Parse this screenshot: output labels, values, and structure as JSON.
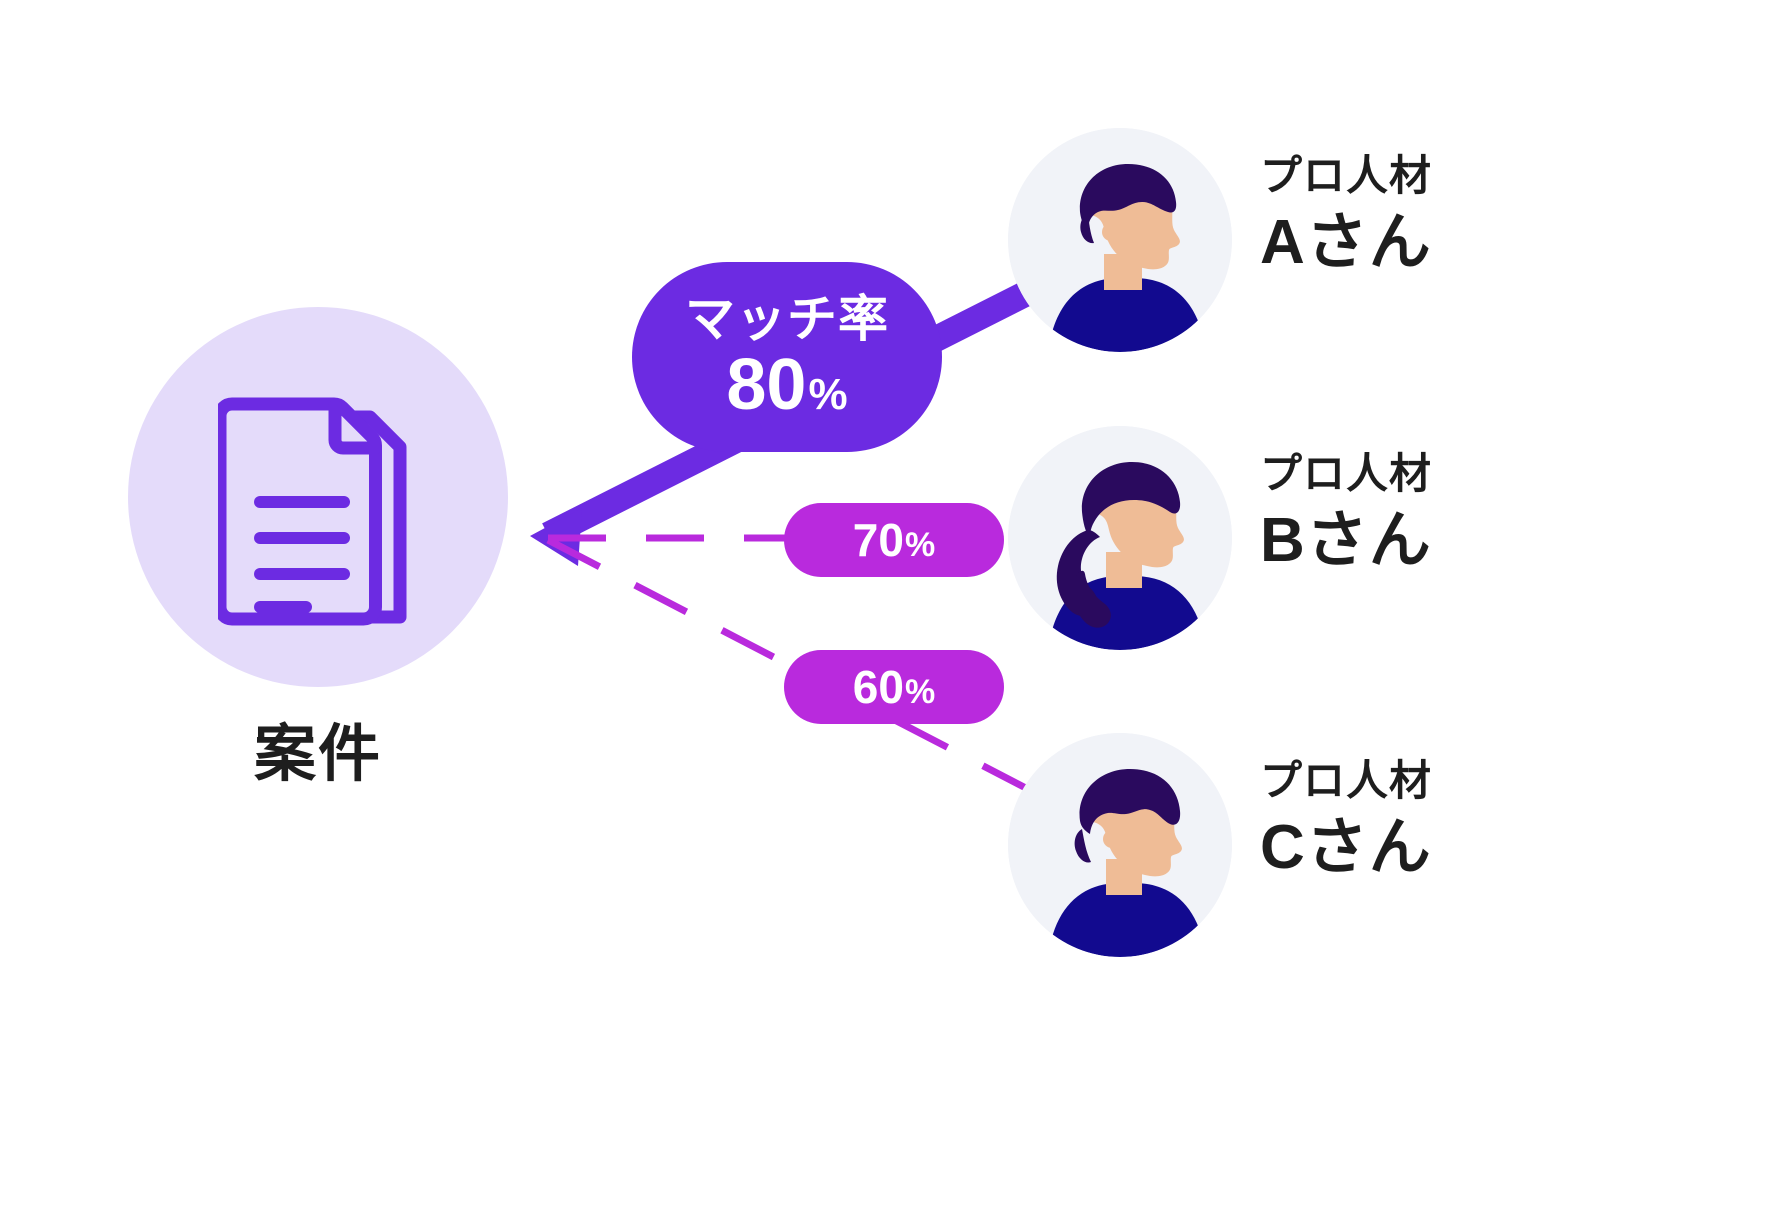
{
  "diagram": {
    "type": "matching-fan-diagram",
    "background": "#FFFFFF",
    "source": {
      "label": "案件",
      "icon": "document-icon",
      "circle_color": "#E4DBFA",
      "icon_color": "#6C2BE2"
    },
    "colors": {
      "primary_purple": "#6C2BE2",
      "magenta_purple": "#B92ADD",
      "avatar_bg": "#F1F3F8",
      "text_dark": "#1E1E1E",
      "hair_dark": "#2A0A5E",
      "skin": "#EFBC96",
      "shirt_navy": "#120A8F"
    },
    "matches": [
      {
        "id": "a",
        "badge_title": "マッチ率",
        "badge_value": "80",
        "badge_percent": "%",
        "badge_style": "large-solid",
        "badge_color": "#6C2BE2",
        "link_style": "solid-thick-arrow",
        "role": "プロ人材",
        "name": "Aさん",
        "avatar": "avatar-male-short-hair"
      },
      {
        "id": "b",
        "badge_title": "",
        "badge_value": "70",
        "badge_percent": "%",
        "badge_style": "small-pill",
        "badge_color": "#B92ADD",
        "link_style": "dashed",
        "role": "プロ人材",
        "name": "Bさん",
        "avatar": "avatar-female-ponytail"
      },
      {
        "id": "c",
        "badge_title": "",
        "badge_value": "60",
        "badge_percent": "%",
        "badge_style": "small-pill",
        "badge_color": "#B92ADD",
        "link_style": "dashed",
        "role": "プロ人材",
        "name": "Cさん",
        "avatar": "avatar-male-wavy-hair"
      }
    ]
  },
  "chart_data": {
    "type": "bar",
    "title": "マッチ率",
    "categories": [
      "Aさん",
      "Bさん",
      "Cさん"
    ],
    "values": [
      80,
      70,
      60
    ],
    "xlabel": "プロ人材",
    "ylabel": "マッチ率 (%)",
    "ylim": [
      0,
      100
    ]
  }
}
